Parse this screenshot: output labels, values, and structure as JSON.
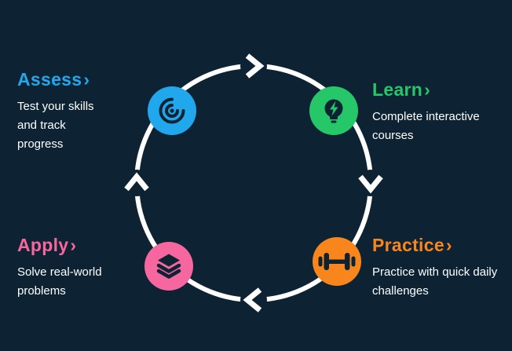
{
  "diagram": {
    "background": "#0d2333",
    "ring_color": "#ffffff",
    "icon_glyph_color": "#0d2333",
    "stages": [
      {
        "id": "assess",
        "label": "Assess",
        "chevron": "›",
        "description": "Test your skills and track progress",
        "color": "#21a8ec",
        "icon": "target-spiral-icon"
      },
      {
        "id": "learn",
        "label": "Learn",
        "chevron": "›",
        "description": "Complete interactive courses",
        "color": "#25c768",
        "icon": "lightbulb-icon"
      },
      {
        "id": "practice",
        "label": "Practice",
        "chevron": "›",
        "description": "Practice with quick daily challenges",
        "color": "#f8861d",
        "icon": "dumbbell-icon"
      },
      {
        "id": "apply",
        "label": "Apply",
        "chevron": "›",
        "description": "Solve real-world problems",
        "color": "#f5679e",
        "icon": "layers-icon"
      }
    ]
  }
}
